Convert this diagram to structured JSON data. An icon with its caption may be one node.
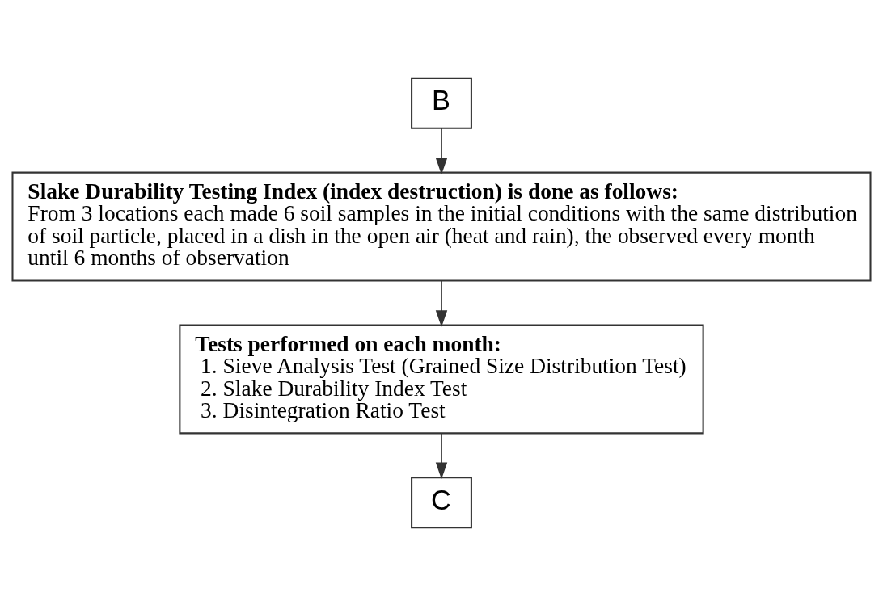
{
  "diagram": {
    "nodes": [
      {
        "text": [
          "B"
        ]
      },
      {
        "text": [
          "Slake Durability Testing Index (index destruction) is done as follows:",
          "From 3 locations each made 6 soil samples in the initial conditions with the same distribution of soil particle, placed in a dish in the open air (heat and rain), the observed every month until 6 months of observation"
        ]
      },
      {
        "text": [
          "Tests performed on each month:",
          "1. Sieve Analysis Test (Grained Size Distribution Test)",
          "2. Slake Durability Index Test",
          "3. Disintegration Ratio Test"
        ]
      },
      {
        "text": [
          "C"
        ]
      }
    ],
    "edges": [
      {
        "from": 0,
        "to": 1,
        "arrow": "to"
      },
      {
        "from": 1,
        "to": 2,
        "arrow": "to"
      },
      {
        "from": 2,
        "to": 3,
        "arrow": "to"
      }
    ]
  }
}
